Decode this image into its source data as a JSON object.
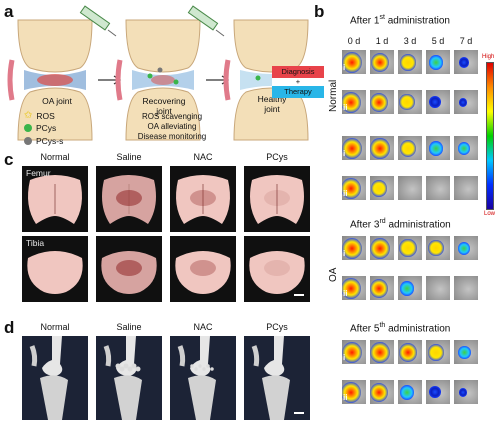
{
  "panel_a": {
    "letter": "a",
    "stages": [
      "OA joint",
      "Recovering\njoint",
      "Healthy\njoint"
    ],
    "legend": [
      {
        "label": "ROS",
        "icon": "star-icon",
        "color": "#e8c400"
      },
      {
        "label": "PCys",
        "icon": "green-dot-icon",
        "color": "#3ab54a"
      },
      {
        "label": "PCys-s",
        "icon": "grey-dot-icon",
        "color": "#777777"
      }
    ],
    "effects": [
      "ROS scavenging",
      "OA alleviating",
      "Disease monitoring"
    ],
    "diagnosis": "Diagnosis",
    "plus": "+",
    "therapy": "Therapy",
    "colors": {
      "diagnosis": "#e8434a",
      "therapy": "#29b6e8"
    }
  },
  "panel_b": {
    "letter": "b",
    "headings": [
      {
        "before": "After 1",
        "sup": "st",
        "after": " administration"
      },
      {
        "before": "After 3",
        "sup": "rd",
        "after": " administration"
      },
      {
        "before": "After 5",
        "sup": "th",
        "after": " administration"
      }
    ],
    "days": [
      "0 d",
      "1 d",
      "3 d",
      "5 d",
      "7 d"
    ],
    "groups": {
      "normal": "Normal",
      "oa": "OA"
    },
    "row_tags": [
      "i",
      "ii",
      "i",
      "ii",
      "i",
      "ii",
      "i",
      "ii"
    ],
    "colorbar": {
      "high": "High",
      "low": "Low"
    },
    "signal_levels": [
      [
        1.0,
        0.9,
        0.7,
        0.55,
        0.35
      ],
      [
        1.0,
        0.9,
        0.65,
        0.4,
        0.2
      ],
      [
        1.0,
        0.95,
        0.75,
        0.55,
        0.45
      ],
      [
        1.0,
        0.7,
        0.0,
        0.0,
        0.0
      ],
      [
        1.0,
        1.0,
        0.8,
        0.65,
        0.45
      ],
      [
        1.0,
        0.9,
        0.55,
        0.0,
        0.0
      ],
      [
        1.0,
        1.0,
        0.85,
        0.7,
        0.5
      ],
      [
        1.0,
        0.9,
        0.6,
        0.4,
        0.2
      ]
    ]
  },
  "panel_c": {
    "letter": "c",
    "columns": [
      "Normal",
      "Saline",
      "NAC",
      "PCys"
    ],
    "femur": "Femur",
    "tibia": "Tibia"
  },
  "panel_d": {
    "letter": "d",
    "columns": [
      "Normal",
      "Saline",
      "NAC",
      "PCys"
    ]
  }
}
